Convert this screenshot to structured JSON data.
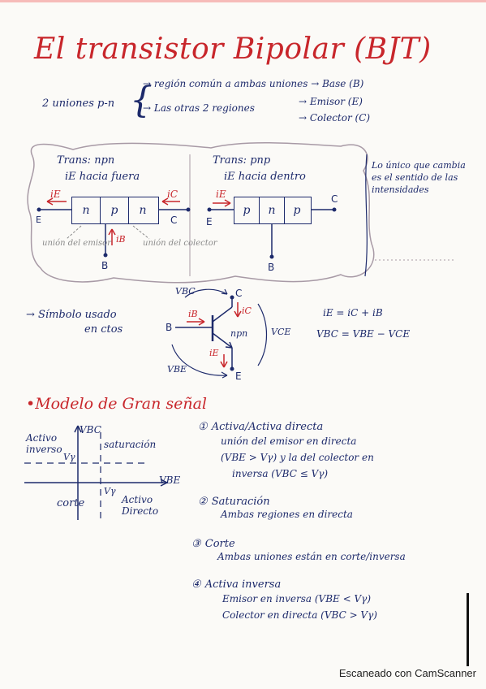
{
  "title": "El transistor Bipolar (BJT)",
  "intro": {
    "left": "2 uniones p-n",
    "branch1": "→ región común a ambas uniones → Base (B)",
    "branch2": "→ Las otras 2 regiones",
    "emitter": "→ Emisor (E)",
    "collector": "→ Colector (C)"
  },
  "npn": {
    "heading": "Trans: npn",
    "current_note": "iE hacia fuera",
    "cells": [
      "n",
      "p",
      "n"
    ],
    "ie": "iE",
    "ic": "iC",
    "ib": "iB",
    "e": "E",
    "c": "C",
    "b": "B",
    "note_emitter": "unión del emisor",
    "note_collector": "unión del colector"
  },
  "pnp": {
    "heading": "Trans: pnp",
    "current_note": "iE hacia dentro",
    "cells": [
      "p",
      "n",
      "p"
    ],
    "ie": "iE",
    "e": "E",
    "c": "C",
    "b": "B"
  },
  "side_note": "Lo único que cambia es el sentido de las intensidades",
  "symbol": {
    "label_line1": "→ Símbolo usado",
    "label_line2": "en ctos",
    "vbc": "VBC",
    "ib": "iB",
    "ic": "iC",
    "ie": "iE",
    "vce": "VCE",
    "vbe": "VBE",
    "c": "C",
    "b": "B",
    "e": "E",
    "type": "npn",
    "eq1": "iE = iC + iB",
    "eq2": "VBC = VBE − VCE"
  },
  "model": {
    "heading": "•Modelo de Gran señal",
    "axis_y": "VBC",
    "axis_x": "VBE",
    "vy": "Vγ",
    "vx": "Vγ",
    "q_tl": "Activo inverso",
    "q_tr": "saturación",
    "q_bl": "corte",
    "q_br": "Activo Directo",
    "items": [
      {
        "num": "①",
        "title": "Activa/Activa directa",
        "l1": "unión del emisor en directa",
        "l2": "(VBE > Vγ) y la del colector en",
        "l3": "inversa (VBC ≤ Vγ)"
      },
      {
        "num": "②",
        "title": "Saturación",
        "l1": "Ambas regiones en directa",
        "l2": "",
        "l3": ""
      },
      {
        "num": "③",
        "title": "Corte",
        "l1": "Ambas uniones están en corte/inversa",
        "l2": "",
        "l3": ""
      },
      {
        "num": "④",
        "title": "Activa inversa",
        "l1": "Emisor en inversa (VBE < Vγ)",
        "l2": "Colector en directa (VBC > Vγ)",
        "l3": ""
      }
    ]
  },
  "watermark": "Escaneado con CamScanner"
}
